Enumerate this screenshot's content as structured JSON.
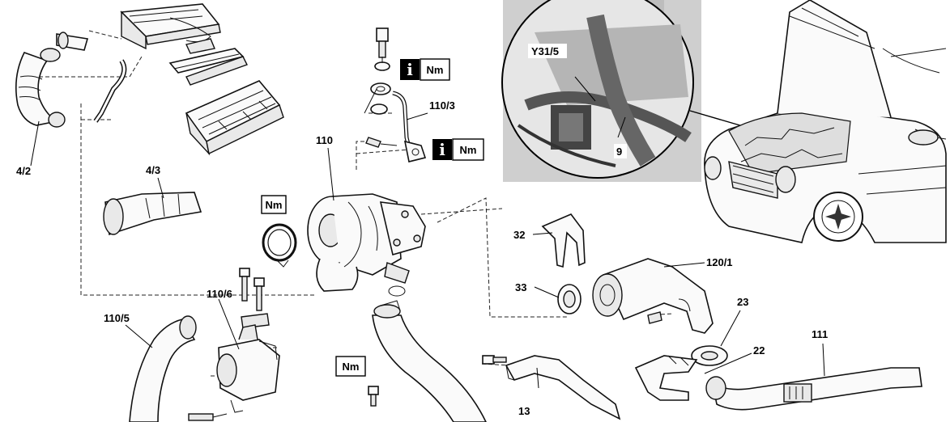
{
  "labels": {
    "p4_2": "4/2",
    "p4_3": "4/3",
    "p110": "110",
    "p110_3": "110/3",
    "p110_5": "110/5",
    "p110_6": "110/6",
    "p32": "32",
    "p33": "33",
    "p120_1": "120/1",
    "p23": "23",
    "p22": "22",
    "p111": "111",
    "p13": "13",
    "y31_5": "Y31/5",
    "p9": "9"
  },
  "torque_symbol": "Nm",
  "info_symbol": "i"
}
